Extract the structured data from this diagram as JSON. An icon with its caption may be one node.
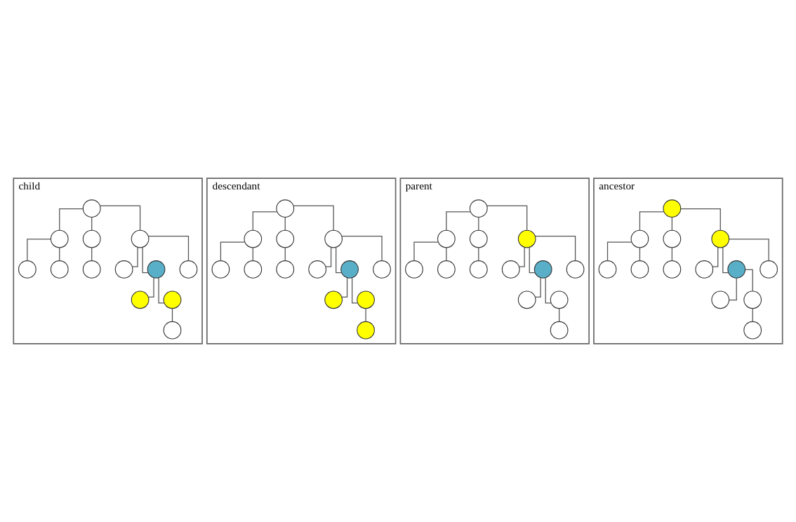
{
  "diagram": {
    "nodes": [
      {
        "text": [
          "child"
        ]
      },
      {
        "text": [],
        "shape": "circle",
        "in": 0
      },
      {
        "text": [],
        "shape": "circle",
        "in": 0
      },
      {
        "text": [],
        "shape": "circle",
        "in": 0
      },
      {
        "text": [],
        "shape": "circle",
        "in": 0
      },
      {
        "text": [],
        "shape": "circle",
        "in": 0
      },
      {
        "text": [],
        "shape": "circle",
        "in": 0
      },
      {
        "text": [],
        "shape": "circle",
        "in": 0
      },
      {
        "text": [],
        "shape": "circle",
        "in": 0
      },
      {
        "text": [],
        "shape": "circle",
        "in": 0
      },
      {
        "text": [],
        "shape": "circle",
        "in": 0
      },
      {
        "text": [],
        "shape": "circle",
        "in": 0
      },
      {
        "text": [],
        "shape": "circle",
        "in": 0
      },
      {
        "text": [],
        "shape": "circle",
        "in": 0
      },
      {
        "text": [
          "descendant"
        ]
      },
      {
        "text": [],
        "shape": "circle",
        "in": 14
      },
      {
        "text": [],
        "shape": "circle",
        "in": 14
      },
      {
        "text": [],
        "shape": "circle",
        "in": 14
      },
      {
        "text": [],
        "shape": "circle",
        "in": 14
      },
      {
        "text": [],
        "shape": "circle",
        "in": 14
      },
      {
        "text": [],
        "shape": "circle",
        "in": 14
      },
      {
        "text": [],
        "shape": "circle",
        "in": 14
      },
      {
        "text": [],
        "shape": "circle",
        "in": 14
      },
      {
        "text": [],
        "shape": "circle",
        "in": 14
      },
      {
        "text": [],
        "shape": "circle",
        "in": 14
      },
      {
        "text": [],
        "shape": "circle",
        "in": 14
      },
      {
        "text": [],
        "shape": "circle",
        "in": 14
      },
      {
        "text": [],
        "shape": "circle",
        "in": 14
      },
      {
        "text": [
          "parent"
        ]
      },
      {
        "text": [],
        "shape": "circle",
        "in": 28
      },
      {
        "text": [],
        "shape": "circle",
        "in": 28
      },
      {
        "text": [],
        "shape": "circle",
        "in": 28
      },
      {
        "text": [],
        "shape": "circle",
        "in": 28
      },
      {
        "text": [],
        "shape": "circle",
        "in": 28
      },
      {
        "text": [],
        "shape": "circle",
        "in": 28
      },
      {
        "text": [],
        "shape": "circle",
        "in": 28
      },
      {
        "text": [],
        "shape": "circle",
        "in": 28
      },
      {
        "text": [],
        "shape": "circle",
        "in": 28
      },
      {
        "text": [],
        "shape": "circle",
        "in": 28
      },
      {
        "text": [],
        "shape": "circle",
        "in": 28
      },
      {
        "text": [],
        "shape": "circle",
        "in": 28
      },
      {
        "text": [],
        "shape": "circle",
        "in": 28
      },
      {
        "text": [
          "ancestor"
        ]
      },
      {
        "text": [],
        "shape": "circle",
        "in": 42
      },
      {
        "text": [],
        "shape": "circle",
        "in": 42
      },
      {
        "text": [],
        "shape": "circle",
        "in": 42
      },
      {
        "text": [],
        "shape": "circle",
        "in": 42
      },
      {
        "text": [],
        "shape": "circle",
        "in": 42
      },
      {
        "text": [],
        "shape": "circle",
        "in": 42
      },
      {
        "text": [],
        "shape": "circle",
        "in": 42
      },
      {
        "text": [],
        "shape": "circle",
        "in": 42
      },
      {
        "text": [],
        "shape": "circle",
        "in": 42
      },
      {
        "text": [],
        "shape": "circle",
        "in": 42
      },
      {
        "text": [],
        "shape": "circle",
        "in": 42
      },
      {
        "text": [],
        "shape": "circle",
        "in": 42
      },
      {
        "text": [],
        "shape": "circle",
        "in": 42
      }
    ],
    "edges": [
      {
        "from": 1,
        "to": 2,
        "arrow": "none"
      },
      {
        "from": 1,
        "to": 3,
        "arrow": "none"
      },
      {
        "from": 1,
        "to": 4,
        "arrow": "none"
      },
      {
        "from": 2,
        "to": 5,
        "arrow": "none"
      },
      {
        "from": 2,
        "to": 6,
        "arrow": "none"
      },
      {
        "from": 3,
        "to": 7,
        "arrow": "none"
      },
      {
        "from": 4,
        "to": 8,
        "arrow": "none"
      },
      {
        "from": 4,
        "to": 9,
        "arrow": "none"
      },
      {
        "from": 4,
        "to": 10,
        "arrow": "none"
      },
      {
        "from": 9,
        "to": 11,
        "arrow": "none"
      },
      {
        "from": 9,
        "to": 12,
        "arrow": "none"
      },
      {
        "from": 12,
        "to": 13,
        "arrow": "none"
      },
      {
        "from": 15,
        "to": 16,
        "arrow": "none"
      },
      {
        "from": 15,
        "to": 17,
        "arrow": "none"
      },
      {
        "from": 15,
        "to": 18,
        "arrow": "none"
      },
      {
        "from": 16,
        "to": 19,
        "arrow": "none"
      },
      {
        "from": 16,
        "to": 20,
        "arrow": "none"
      },
      {
        "from": 17,
        "to": 21,
        "arrow": "none"
      },
      {
        "from": 18,
        "to": 22,
        "arrow": "none"
      },
      {
        "from": 18,
        "to": 23,
        "arrow": "none"
      },
      {
        "from": 18,
        "to": 24,
        "arrow": "none"
      },
      {
        "from": 23,
        "to": 25,
        "arrow": "none"
      },
      {
        "from": 23,
        "to": 26,
        "arrow": "none"
      },
      {
        "from": 26,
        "to": 27,
        "arrow": "none"
      },
      {
        "from": 29,
        "to": 30,
        "arrow": "none"
      },
      {
        "from": 29,
        "to": 31,
        "arrow": "none"
      },
      {
        "from": 29,
        "to": 32,
        "arrow": "none"
      },
      {
        "from": 30,
        "to": 33,
        "arrow": "none"
      },
      {
        "from": 30,
        "to": 34,
        "arrow": "none"
      },
      {
        "from": 31,
        "to": 35,
        "arrow": "none"
      },
      {
        "from": 32,
        "to": 36,
        "arrow": "none"
      },
      {
        "from": 32,
        "to": 37,
        "arrow": "none"
      },
      {
        "from": 32,
        "to": 38,
        "arrow": "none"
      },
      {
        "from": 37,
        "to": 39,
        "arrow": "none"
      },
      {
        "from": 37,
        "to": 40,
        "arrow": "none"
      },
      {
        "from": 40,
        "to": 41,
        "arrow": "none"
      },
      {
        "from": 43,
        "to": 44,
        "arrow": "none"
      },
      {
        "from": 43,
        "to": 45,
        "arrow": "none"
      },
      {
        "from": 43,
        "to": 46,
        "arrow": "none"
      },
      {
        "from": 44,
        "to": 47,
        "arrow": "none"
      },
      {
        "from": 44,
        "to": 48,
        "arrow": "none"
      },
      {
        "from": 45,
        "to": 49,
        "arrow": "none"
      },
      {
        "from": 46,
        "to": 50,
        "arrow": "none"
      },
      {
        "from": 46,
        "to": 51,
        "arrow": "none"
      },
      {
        "from": 46,
        "to": 52,
        "arrow": "none"
      },
      {
        "from": 51,
        "to": 53,
        "arrow": "none"
      },
      {
        "from": 51,
        "to": 54,
        "arrow": "none"
      },
      {
        "from": 54,
        "to": 55,
        "arrow": "none"
      }
    ]
  }
}
